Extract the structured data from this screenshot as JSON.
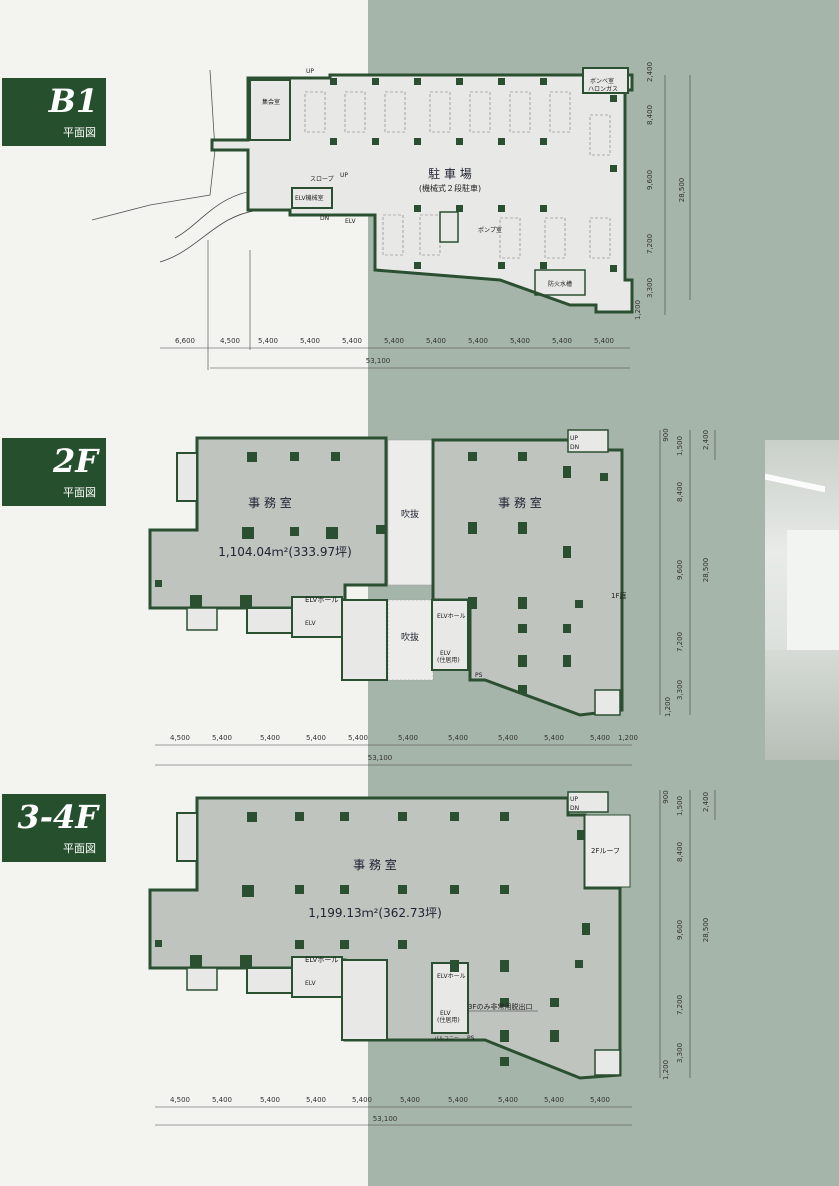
{
  "floors": [
    {
      "id": "b1",
      "title": "B1",
      "subtitle": "平面図",
      "rooms": {
        "parking": "駐 車 場",
        "parking_sub": "(機械式２段駐車)",
        "slope": "スロープ",
        "slope_up": "UP",
        "meeting": "集会室",
        "gas": "ボンベ室",
        "halon": "ハロンガス",
        "pump": "ポンプ室",
        "fire_tank": "防火水槽",
        "elv": "ELV",
        "elv_machine": "ELV機械室",
        "up": "UP",
        "dn": "DN"
      },
      "dims_h": [
        "6,600",
        "4,500",
        "5,400",
        "5,400",
        "5,400",
        "5,400",
        "5,400",
        "5,400",
        "5,400",
        "5,400",
        "5,400"
      ],
      "total": "53,100",
      "dims_v": [
        "2,400",
        "8,400",
        "9,600",
        "7,200",
        "3,300",
        "1,200"
      ],
      "total_v": "28,500"
    },
    {
      "id": "2f",
      "title": "2F",
      "subtitle": "平面図",
      "rooms": {
        "office_left": "事 務 室",
        "office_right": "事 務 室",
        "area": "1,104.04ｍ²(333.97坪)",
        "void1": "吹抜",
        "void2": "吹抜",
        "elv_hall": "ELVホール",
        "elv_hall2": "ELVホール",
        "elv": "ELV",
        "elv_res": "ELV",
        "elv_res_sub": "(住居用)",
        "ps": "PS",
        "garden": "1F庭",
        "up": "UP",
        "dn": "DN"
      },
      "dims_h": [
        "4,500",
        "5,400",
        "5,400",
        "5,400",
        "5,400",
        "5,400",
        "5,400",
        "5,400",
        "5,400",
        "5,400",
        "1,200"
      ],
      "total": "53,100",
      "dims_v": [
        "900",
        "1,500",
        "8,400",
        "9,600",
        "7,200",
        "3,300",
        "1,200"
      ],
      "dims_v2": "2,400",
      "total_v": "28,500"
    },
    {
      "id": "34f",
      "title": "3-4F",
      "subtitle": "平面図",
      "rooms": {
        "office": "事 務 室",
        "area": "1,199.13ｍ²(362.73坪)",
        "elv_hall": "ELVホール",
        "elv_hall2": "ELVホール",
        "elv": "ELV",
        "elv_res": "ELV",
        "elv_res_sub": "(住居用)",
        "roof": "2Fルーフ",
        "exit_note": "3Fのみ非常用脱出口",
        "balcony": "バルコニー",
        "ps": "PS",
        "up": "UP",
        "dn": "DN"
      },
      "dims_h": [
        "4,500",
        "5,400",
        "5,400",
        "5,400",
        "5,400",
        "5,400",
        "5,400",
        "5,400",
        "5,400",
        "5,400"
      ],
      "total": "53,100",
      "dims_v": [
        "900",
        "1,500",
        "8,400",
        "9,600",
        "7,200",
        "3,300",
        "1,200"
      ],
      "dims_v2": "2,400",
      "total_v": "28,500"
    }
  ],
  "colors": {
    "wall": "#2b4f31",
    "office_fill": "#bfc4bf",
    "label_bg": "#264f2e",
    "page_right": "#a6b5aa"
  }
}
